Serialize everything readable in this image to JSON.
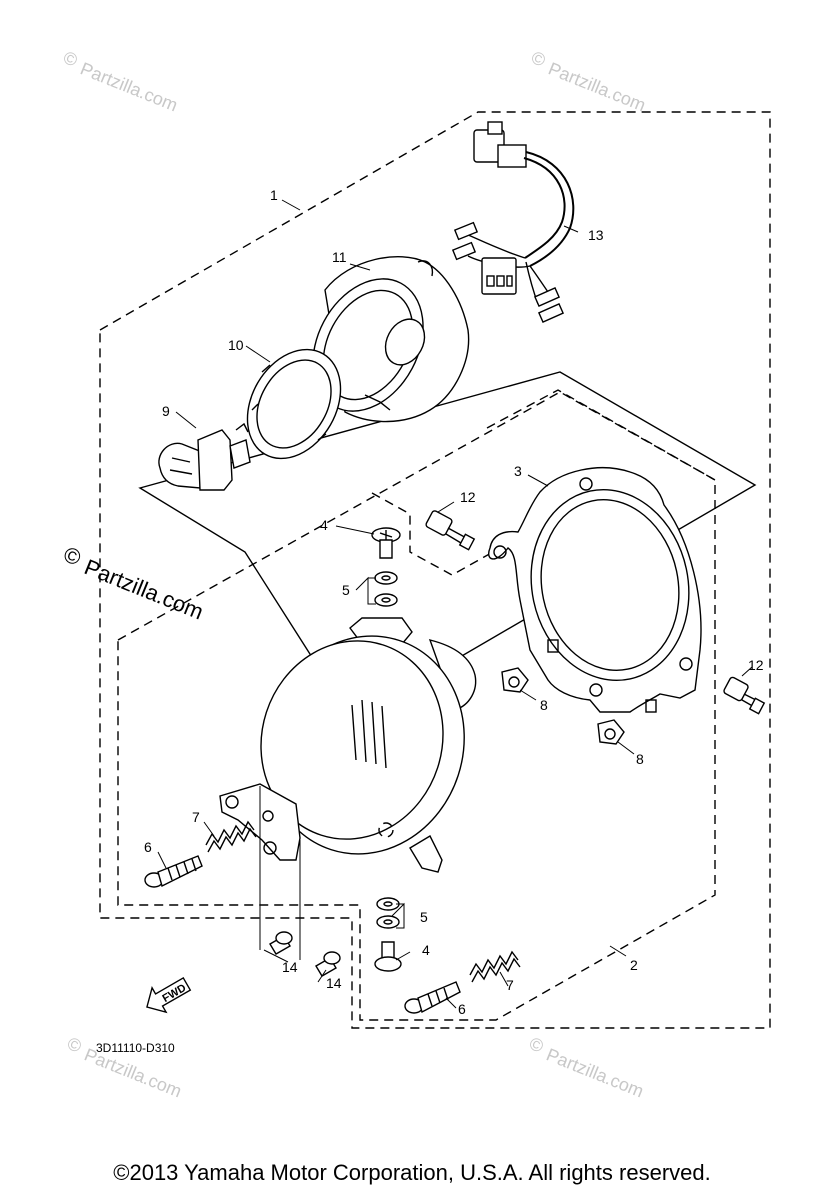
{
  "watermarks": {
    "text": "Partzilla.com",
    "symbol": "©"
  },
  "callouts": {
    "c1": "1",
    "c2": "2",
    "c3": "3",
    "c4a": "4",
    "c4b": "4",
    "c5a": "5",
    "c5b": "5",
    "c6a": "6",
    "c6b": "6",
    "c7a": "7",
    "c7b": "7",
    "c8a": "8",
    "c8b": "8",
    "c9": "9",
    "c10": "10",
    "c11": "11",
    "c12a": "12",
    "c12b": "12",
    "c13": "13",
    "c14a": "14",
    "c14b": "14"
  },
  "fwd_label": "FWD",
  "diagram_code": "3D11110-D310",
  "copyright": "©2013  Yamaha Motor Corporation, U.S.A. All rights reserved."
}
